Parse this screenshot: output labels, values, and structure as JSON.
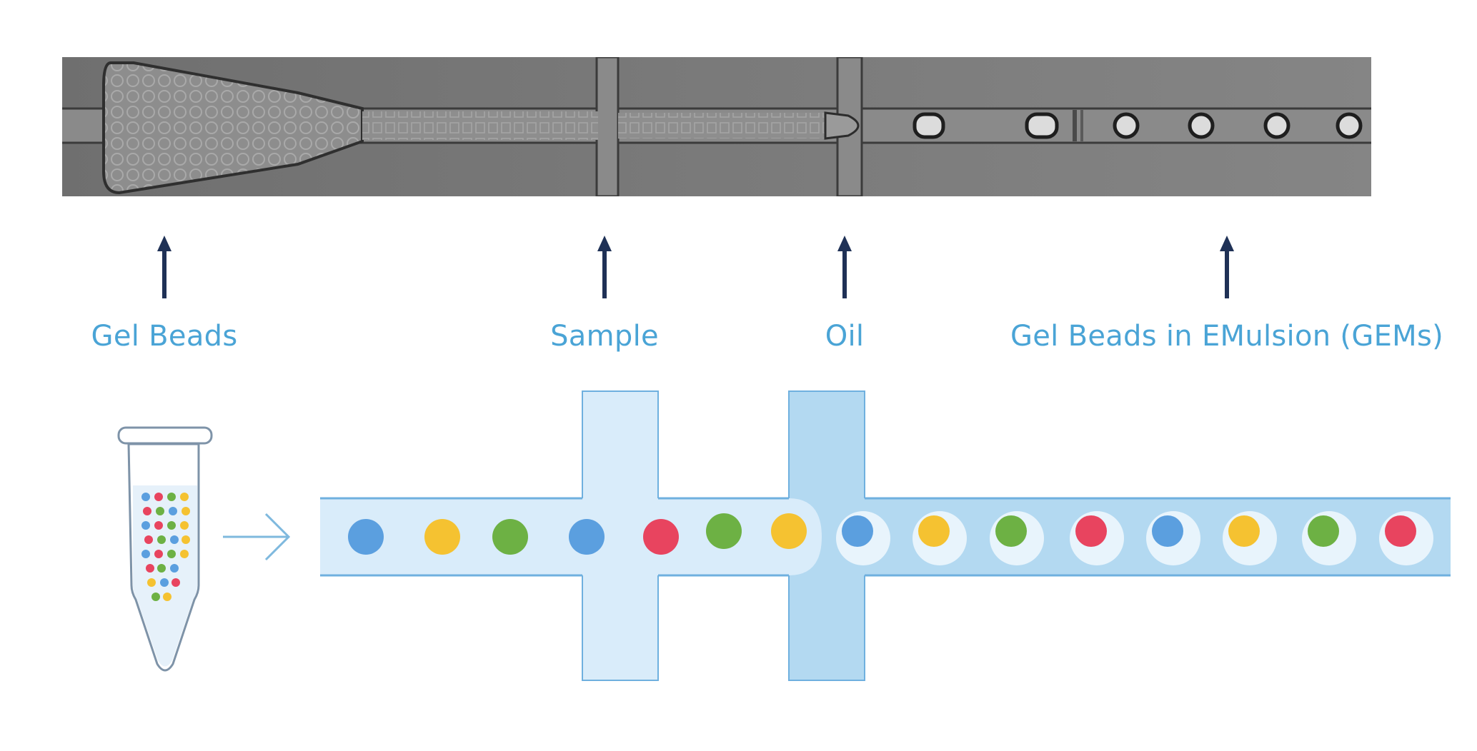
{
  "labels": {
    "gel_beads": "Gel Beads",
    "sample": "Sample",
    "oil": "Oil",
    "gems": "Gel Beads in EMulsion (GEMs)"
  },
  "colors": {
    "label_text": "#4aa4d6",
    "arrow": "#1f3156",
    "channel_light": "#dbeefb",
    "channel_medium": "#b5dbf2",
    "channel_border": "#5fa9dc",
    "bead_blue": "#5b9fdf",
    "bead_yellow": "#f5c231",
    "bead_green": "#6db144",
    "bead_red": "#e8445f"
  },
  "beads_before_junction": [
    "blue",
    "yellow",
    "green",
    "blue",
    "red",
    "green",
    "yellow"
  ],
  "gems_after_junction": [
    "blue",
    "yellow",
    "green",
    "red",
    "blue",
    "yellow",
    "green",
    "red"
  ]
}
